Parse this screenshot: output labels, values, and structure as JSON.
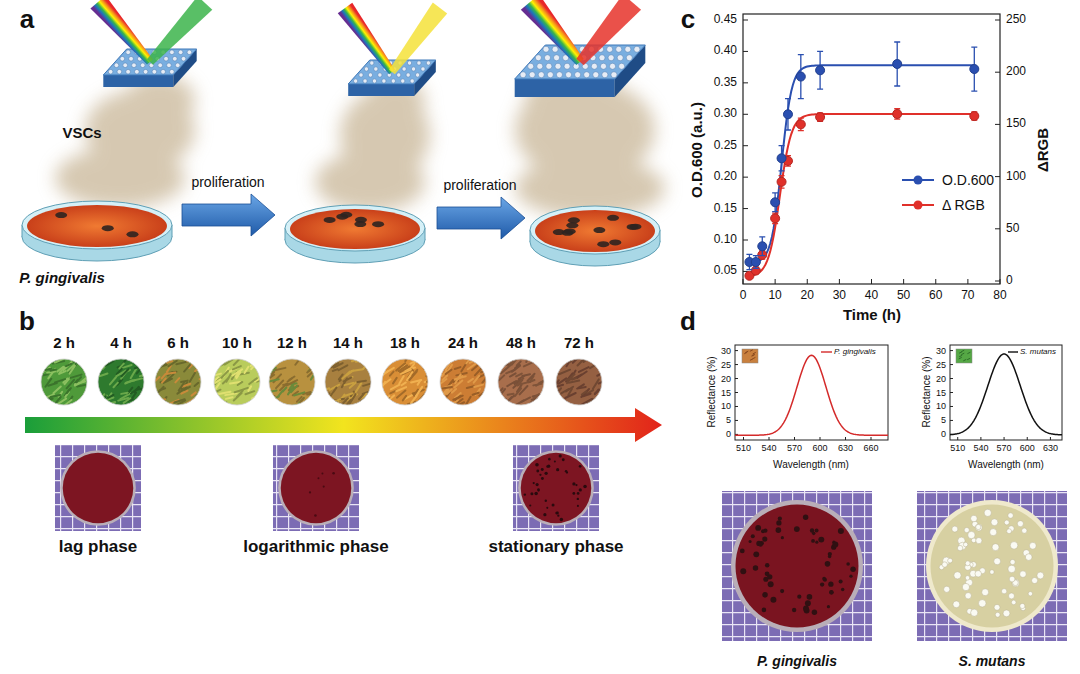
{
  "diagram": {
    "labels": [
      "a",
      "VSCs",
      "proliferation",
      "proliferation",
      "P. gingivalis",
      "b",
      "2 h",
      "4 h",
      "6 h",
      "10 h",
      "12 h",
      "14 h",
      "18 h",
      "24 h",
      "48 h",
      "72 h",
      "lag phase",
      "logarithmic phase",
      "stationary phase",
      "c",
      "O.D.600 (a.u.)",
      "0.05",
      "0.10",
      "0.15",
      "0.20",
      "0.25",
      "0.30",
      "0.35",
      "0.40",
      "0.45",
      "0",
      "10",
      "20",
      "30",
      "40",
      "50",
      "60",
      "70",
      "80",
      "Time (h)",
      "ΔRGB",
      "0",
      "50",
      "100",
      "150",
      "200",
      "250",
      "d",
      "Reflectance (%)",
      "0",
      "5",
      "10",
      "15",
      "20",
      "25",
      "30",
      "510",
      "540",
      "570",
      "600",
      "630",
      "660",
      "Wavelength (nm)",
      "Reflectance (%)",
      "0",
      "5",
      "10",
      "15",
      "20",
      "25",
      "30",
      "510",
      "540",
      "570",
      "600",
      "630",
      "Wavelength (nm)",
      "P. gingivalis",
      "S. mutans"
    ],
    "legend": [
      {
        "text": "O.D.600"
      },
      {
        "text": "Δ RGB"
      },
      {
        "text": "P. gingivalis"
      },
      {
        "text": "S. mutans"
      }
    ]
  }
}
